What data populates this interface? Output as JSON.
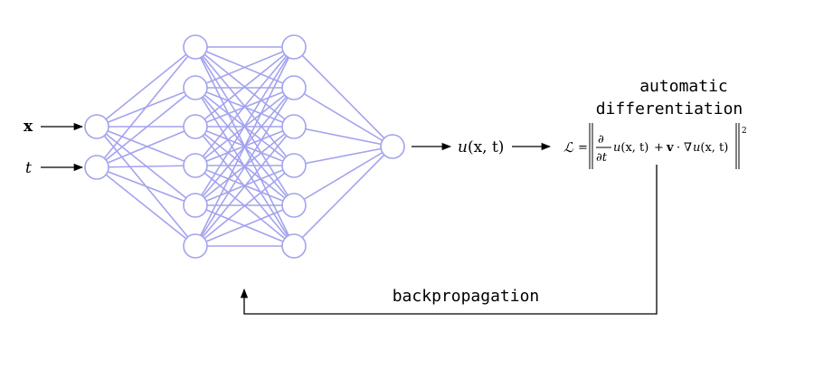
{
  "inputs": {
    "x_label": "x",
    "t_label": "t"
  },
  "network": {
    "layer_sizes": [
      2,
      6,
      6,
      1
    ]
  },
  "output": {
    "u_symbol": "u",
    "args": "(x, t)"
  },
  "autodiff": {
    "line1": "automatic",
    "line2": "differentiation"
  },
  "loss": {
    "lhs": "ℒ",
    "partial": "∂",
    "partial_t": "∂t",
    "plus": "+",
    "v": "v",
    "dot": "·",
    "nabla": "∇",
    "exponent": "2"
  },
  "feedback": {
    "label": "backpropagation"
  },
  "colors": {
    "network": "#a3a3ee",
    "ink": "#000000"
  }
}
